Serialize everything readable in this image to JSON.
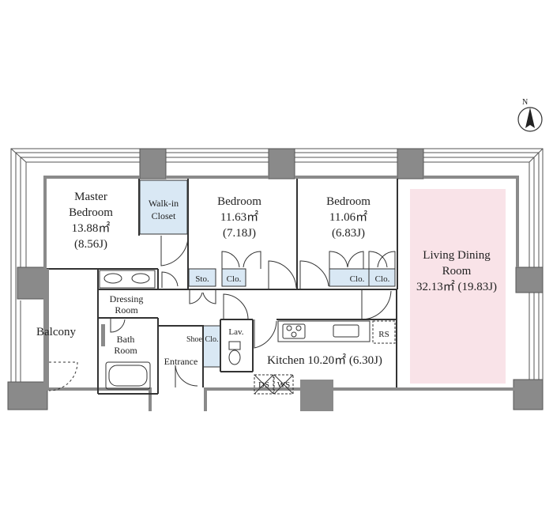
{
  "rooms": {
    "master": {
      "name_1": "Master",
      "name_2": "Bedroom",
      "area": "13.88㎡",
      "jo": "(8.56J)"
    },
    "bedroom_a": {
      "name": "Bedroom",
      "area": "11.63㎡",
      "jo": "(7.18J)"
    },
    "bedroom_b": {
      "name": "Bedroom",
      "area": "11.06㎡",
      "jo": "(6.83J)"
    },
    "living": {
      "name_1": "Living Dining",
      "name_2": "Room",
      "area": "32.13㎡ (19.83J)"
    },
    "walkin": {
      "name_1": "Walk-in",
      "name_2": "Closet"
    },
    "dressing": {
      "name_1": "Dressing",
      "name_2": "Room"
    },
    "bath": {
      "name_1": "Bath",
      "name_2": "Room"
    },
    "balcony": {
      "name": "Balcony"
    },
    "entrance": {
      "name": "Entrance"
    },
    "kitchen": {
      "label": "Kitchen 10.20㎡ (6.30J)"
    },
    "lav": {
      "name": "Lav."
    },
    "shoe": {
      "name": "Shoe"
    }
  },
  "storage": {
    "sto": "Sto.",
    "clo": "Clo.",
    "rs": "RS",
    "ds": "DS",
    "ws": "WS"
  },
  "compass": {
    "label": "N"
  },
  "colors": {
    "wall": "#8a8a8a",
    "wall_dark": "#666666",
    "closet_fill": "#d9e8f4",
    "living_fill": "#f9e3e8",
    "line": "#333333"
  }
}
